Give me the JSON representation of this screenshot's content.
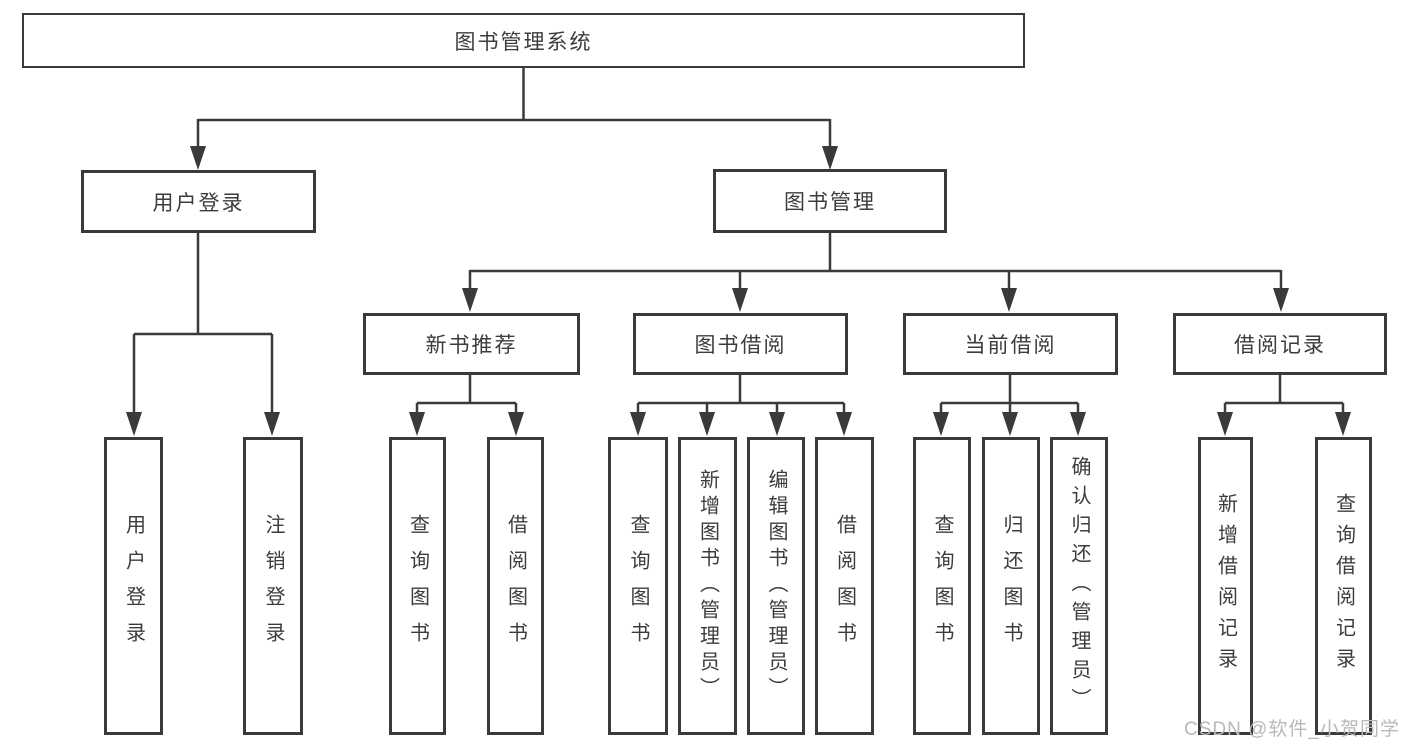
{
  "diagram": {
    "root": {
      "label": "图书管理系统"
    },
    "level2": [
      {
        "label": "用户登录"
      },
      {
        "label": "图书管理"
      }
    ],
    "level3": [
      {
        "label": "新书推荐"
      },
      {
        "label": "图书借阅"
      },
      {
        "label": "当前借阅"
      },
      {
        "label": "借阅记录"
      }
    ],
    "leaves": [
      {
        "label": "用户登录"
      },
      {
        "label": "注销登录"
      },
      {
        "label": "查询图书"
      },
      {
        "label": "借阅图书"
      },
      {
        "label": "查询图书"
      },
      {
        "label": "新增图书（管理员）"
      },
      {
        "label": "编辑图书（管理员）"
      },
      {
        "label": "借阅图书"
      },
      {
        "label": "查询图书"
      },
      {
        "label": "归还图书"
      },
      {
        "label": "确认归还（管理员）"
      },
      {
        "label": "新增借阅记录"
      },
      {
        "label": "查询借阅记录"
      }
    ],
    "colors": {
      "line": "#3a3a3a",
      "text": "#3c3c3c",
      "watermark": "#b9b9b9"
    }
  },
  "watermark": "CSDN @软件_小贺同学"
}
